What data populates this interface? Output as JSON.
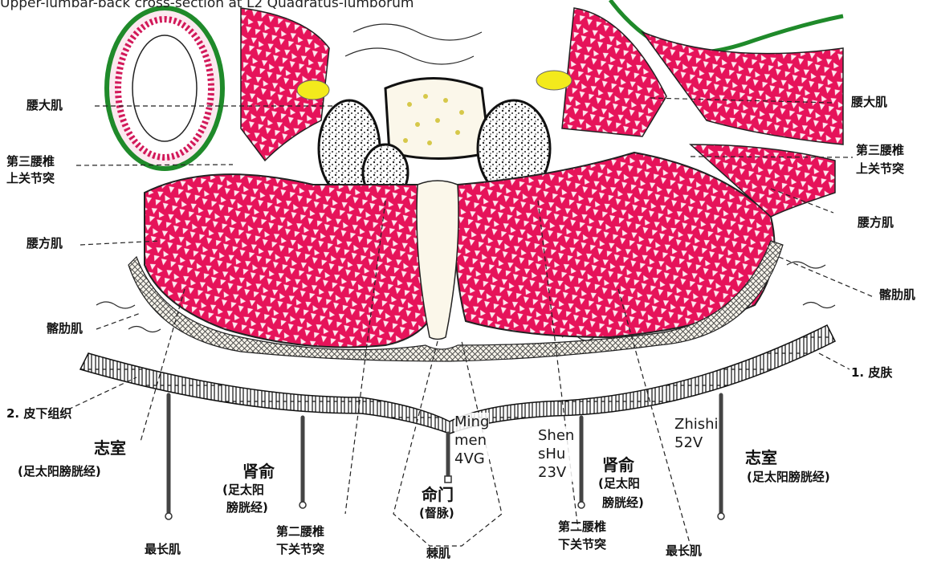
{
  "caption": "Upper-lumbar-back cross-section at L2 Quadratus-lumborum",
  "labels": {
    "psoas_left": "腰大肌",
    "psoas_right": "腰大肌",
    "l3_sup_left_1": "第三腰椎",
    "l3_sup_left_2": "上关节突",
    "l3_sup_right_1": "第三腰椎",
    "l3_sup_right_2": "上关节突",
    "quadratus_left": "腰方肌",
    "quadratus_right": "腰方肌",
    "iliocostalis_left": "髂肋肌",
    "iliocostalis_right": "髂肋肌",
    "skin": "1. 皮肤",
    "subcutis": "2. 皮下组织",
    "longissimus_left": "最长肌",
    "longissimus_right": "最长肌",
    "multifidus": "棘肌",
    "l2_inf_left_1": "第二腰椎",
    "l2_inf_left_2": "下关节突",
    "l2_inf_right_1": "第二腰椎",
    "l2_inf_right_2": "下关节突"
  },
  "points": {
    "zhishi_left_name": "志室",
    "zhishi_left_meridian": "(足太阳膀胱经)",
    "shenshu_left_name": "肾俞",
    "shenshu_left_meridian_1": "(足太阳",
    "shenshu_left_meridian_2": "膀胱经)",
    "mingmen_name": "命门",
    "mingmen_meridian": "(督脉)",
    "shenshu_right_name": "肾俞",
    "shenshu_right_meridian_1": "(足太阳",
    "shenshu_right_meridian_2": "膀胱经)",
    "zhishi_right_name": "志室",
    "zhishi_right_meridian": "(足太阳膀胱经)"
  },
  "overlay": {
    "mingmen_1": "Ming",
    "mingmen_2": "men",
    "mingmen_3": "4VG",
    "shenshu_1": "Shen",
    "shenshu_2": "sHu",
    "shenshu_3": "23V",
    "zhishi_1": "Zhishi",
    "zhishi_2": "52V"
  },
  "colors": {
    "muscle": "#e6135a",
    "muscle_fiber": "#ffffff",
    "bone_fill": "#fbf7ea",
    "fat_yellow": "#f3ea1c",
    "outline_green": "#1f8a2a",
    "outline_dark": "#1a1a1a",
    "needle": "#5a5a5a"
  }
}
